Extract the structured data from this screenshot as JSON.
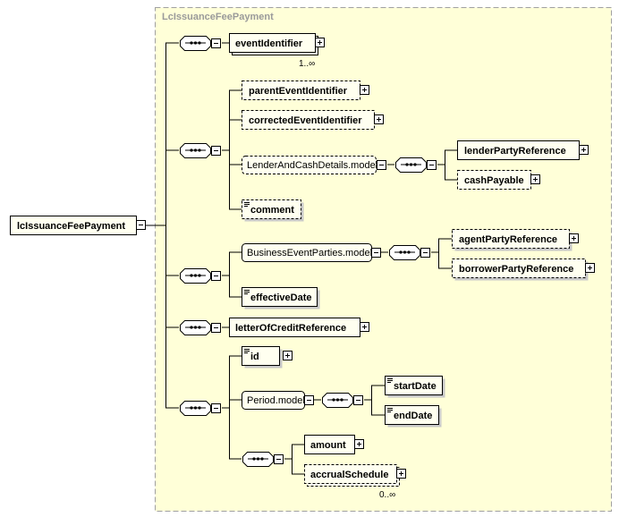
{
  "diagram": {
    "title": "LcIssuanceFeePayment",
    "root": "lcIssuanceFeePayment",
    "elements": {
      "eventIdentifier": "eventIdentifier",
      "eventIdentifier_occ": "1..∞",
      "parentEventIdentifier": "parentEventIdentifier",
      "correctedEventIdentifier": "correctedEventIdentifier",
      "lenderAndCashDetails": "LenderAndCashDetails.model",
      "lenderPartyReference": "lenderPartyReference",
      "cashPayable": "cashPayable",
      "comment": "comment",
      "businessEventParties": "BusinessEventParties.model",
      "agentPartyReference": "agentPartyReference",
      "borrowerPartyReference": "borrowerPartyReference",
      "effectiveDate": "effectiveDate",
      "letterOfCreditReference": "letterOfCreditReference",
      "id": "id",
      "periodModel": "Period.model",
      "startDate": "startDate",
      "endDate": "endDate",
      "amount": "amount",
      "accrualSchedule": "accrualSchedule",
      "accrualSchedule_occ": "0..∞"
    },
    "colors": {
      "box_fill": "#fffff0",
      "box_border": "#000000",
      "group_bg": "#ffffd8",
      "group_border": "#a0a0a0",
      "line": "#000000",
      "shadow": "#c0c0c0"
    }
  }
}
